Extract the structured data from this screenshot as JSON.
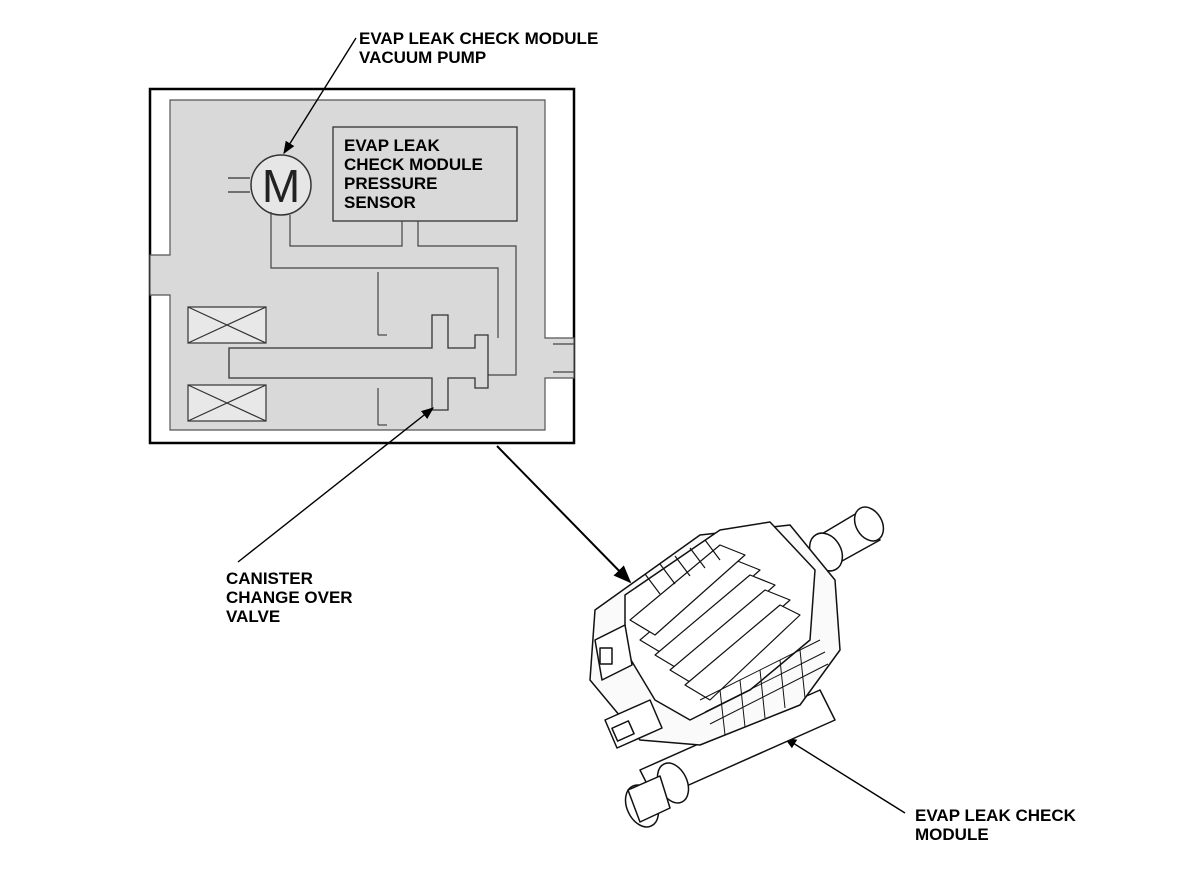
{
  "labels": {
    "vacuum_pump": "EVAP LEAK CHECK MODULE\nVACUUM PUMP",
    "pressure_sensor": "EVAP LEAK\nCHECK MODULE\nPRESSURE\nSENSOR",
    "canister_valve": "CANISTER\nCHANGE OVER\nVALVE",
    "module": "EVAP LEAK CHECK\nMODULE",
    "motor_symbol": "M"
  },
  "colors": {
    "line": "#000000",
    "panel_fill": "#dcdcdc",
    "inner_fill": "#d2d2d2"
  }
}
